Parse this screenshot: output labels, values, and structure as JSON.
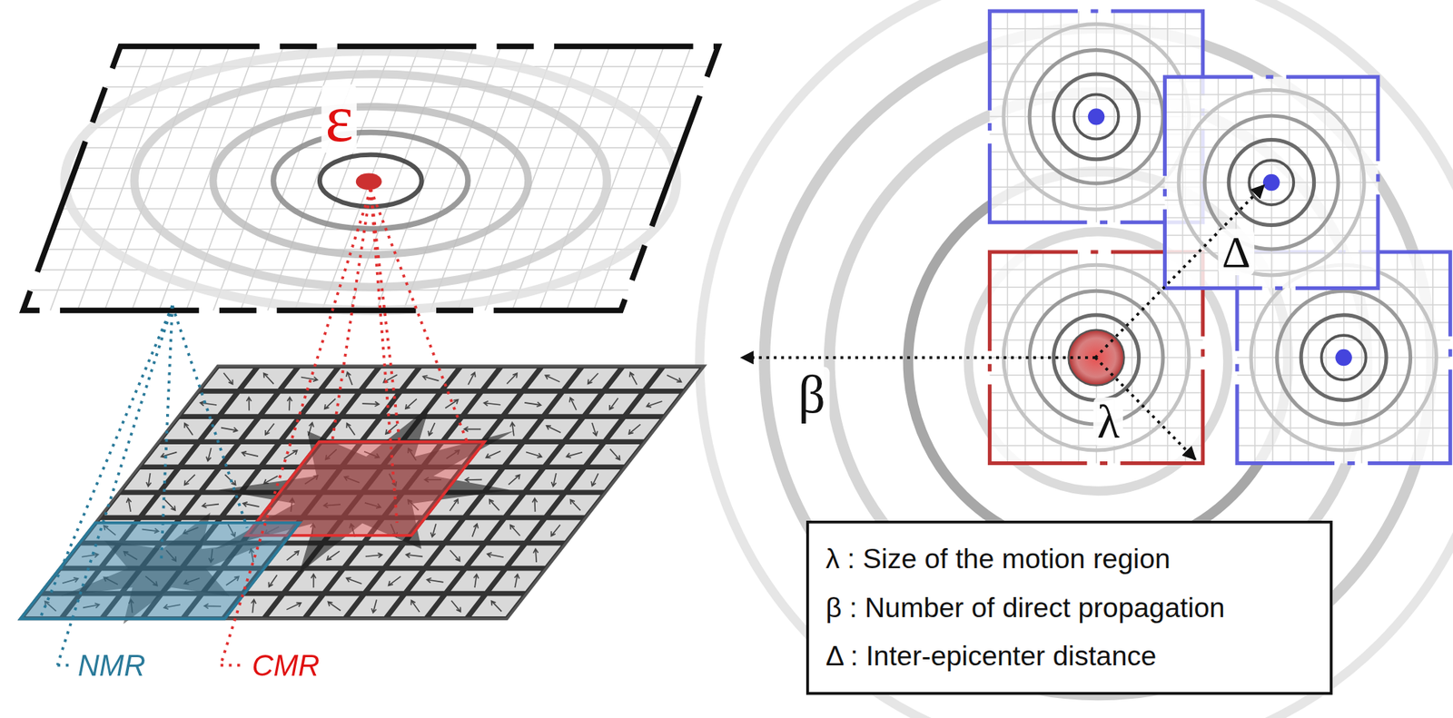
{
  "diagram": {
    "nodes": [
      {
        "text": [
          "λ : Size of the motion region",
          "β : Number of direct propagation",
          "Δ : Inter-epicenter distance"
        ]
      }
    ],
    "labels": [
      "ε",
      "NMR",
      "CMR",
      "β",
      "λ",
      "Δ"
    ]
  }
}
